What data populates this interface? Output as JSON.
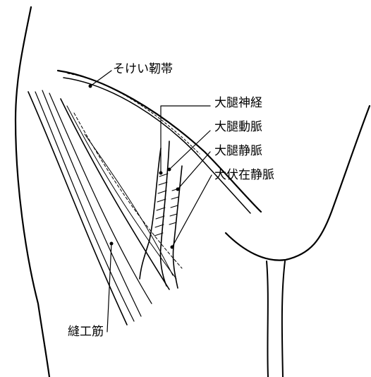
{
  "labels": {
    "inguinal_ligament": "そけい靭帯",
    "femoral_nerve": "大腿神経",
    "femoral_artery": "大腿動脈",
    "femoral_vein": "大腿静脈",
    "great_saphenous_vein": "大伏在静脈",
    "sartorius": "縫工筋"
  }
}
